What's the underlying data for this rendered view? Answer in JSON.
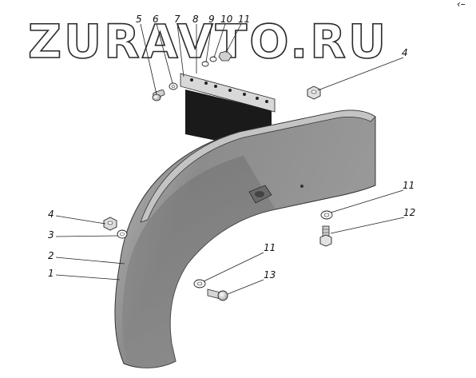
{
  "watermark": "ZURAVTO.RU",
  "corner_mark": "‹–",
  "callouts": {
    "c5": "5",
    "c6": "6",
    "c7": "7",
    "c8": "8",
    "c9": "9",
    "c10": "10",
    "c11_top": "11",
    "c4_top": "4",
    "c11_right": "11",
    "c12": "12",
    "c4_left": "4",
    "c3": "3",
    "c2": "2",
    "c1": "1",
    "c11_bottom": "11",
    "c13": "13"
  },
  "colors": {
    "fender": "#8e8e8e",
    "fender_light": "#b7b7b7",
    "fender_dark": "#5a5a5a",
    "mudflap": "#1a1a1a",
    "ink": "#222222"
  }
}
